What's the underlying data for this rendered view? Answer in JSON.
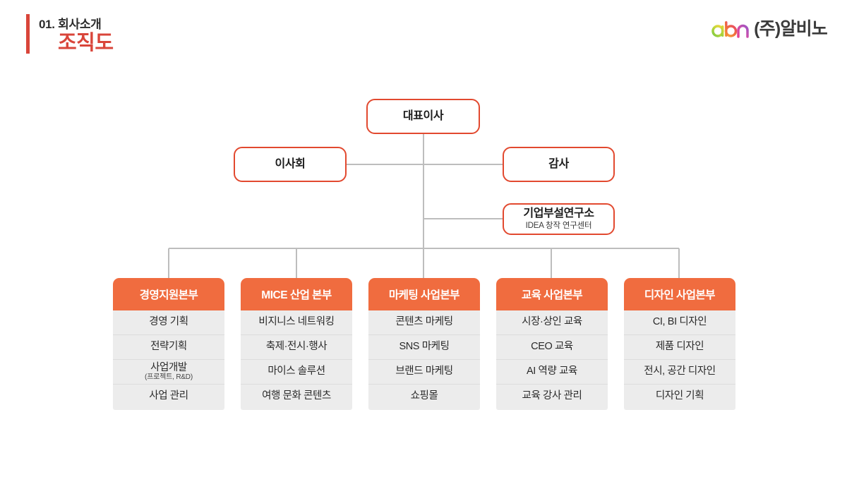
{
  "header": {
    "eyebrow": "01. 회사소개",
    "title": "조직도",
    "accent_color": "#d9453a"
  },
  "brand": {
    "logo_mark": "abn-logo-icon",
    "wordmark": "(주)알비노"
  },
  "theme": {
    "orange": "#f06c3f",
    "outline_red": "#e2492f",
    "cell_gray": "#ececec",
    "connector_gray": "#bdbdbd"
  },
  "chart_data": {
    "type": "diagram",
    "title": "조직도",
    "nodes": {
      "ceo": {
        "title": "대표이사",
        "subtitle": ""
      },
      "board": {
        "title": "이사회",
        "subtitle": ""
      },
      "auditor": {
        "title": "감사",
        "subtitle": ""
      },
      "research": {
        "title": "기업부설연구소",
        "subtitle": "IDEA 창작 연구센터"
      }
    },
    "divisions": [
      {
        "name": "경영지원본부",
        "items": [
          {
            "label": "경영 기획",
            "sub": ""
          },
          {
            "label": "전략기획",
            "sub": ""
          },
          {
            "label": "사업개발",
            "sub": "(프로젝트, R&D)"
          },
          {
            "label": "사업 관리",
            "sub": ""
          }
        ]
      },
      {
        "name": "MICE 산업 본부",
        "items": [
          {
            "label": "비지니스 네트워킹",
            "sub": ""
          },
          {
            "label": "축제·전시·행사",
            "sub": ""
          },
          {
            "label": "마이스 솔루션",
            "sub": ""
          },
          {
            "label": "여행 문화 콘텐츠",
            "sub": ""
          }
        ]
      },
      {
        "name": "마케팅 사업본부",
        "items": [
          {
            "label": "콘텐츠 마케팅",
            "sub": ""
          },
          {
            "label": "SNS 마케팅",
            "sub": ""
          },
          {
            "label": "브랜드 마케팅",
            "sub": ""
          },
          {
            "label": "쇼핑몰",
            "sub": ""
          }
        ]
      },
      {
        "name": "교육 사업본부",
        "items": [
          {
            "label": "시장·상인 교육",
            "sub": ""
          },
          {
            "label": "CEO 교육",
            "sub": ""
          },
          {
            "label": "AI 역량 교육",
            "sub": ""
          },
          {
            "label": "교육 강사 관리",
            "sub": ""
          }
        ]
      },
      {
        "name": "디자인 사업본부",
        "items": [
          {
            "label": "CI,  BI 디자인",
            "sub": ""
          },
          {
            "label": "제품 디자인",
            "sub": ""
          },
          {
            "label": "전시, 공간 디자인",
            "sub": ""
          },
          {
            "label": "디자인 기획",
            "sub": ""
          }
        ]
      }
    ]
  }
}
